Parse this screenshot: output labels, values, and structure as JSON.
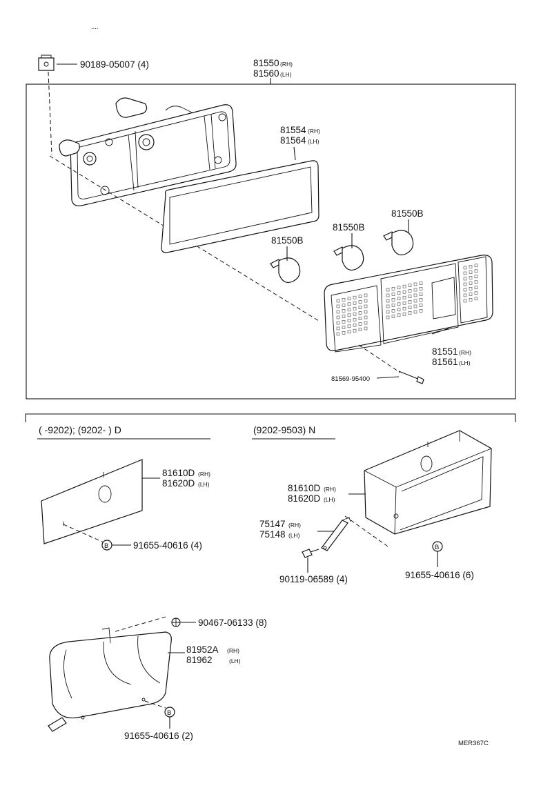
{
  "callouts": {
    "clip": "90189-05007 (4)",
    "lamp_assy_rh": "81550",
    "lamp_assy_lh": "81560",
    "gasket_rh": "81554",
    "gasket_lh": "81564",
    "bulb_1": "81550B",
    "bulb_2": "81550B",
    "bulb_3": "81550B",
    "lens_rh": "81551",
    "lens_lh": "81561",
    "lens_screw": "81569-95400",
    "prot_d_rh": "81610D",
    "prot_d_lh": "81620D",
    "bolt_d": "91655-40616 (4)",
    "prot_n_rh": "81610D",
    "prot_n_lh": "81620D",
    "bracket_rh": "75147",
    "bracket_lh": "75148",
    "bolt_bracket": "90119-06589 (4)",
    "bolt_n": "91655-40616 (6)",
    "screw_cover": "90467-06133 (8)",
    "cover_rh": "81952A",
    "cover_lh": "81962",
    "bolt_cover": "91655-40616 (2)"
  },
  "suffix": {
    "rh": "(RH)",
    "lh": "(LH)"
  },
  "sections": {
    "d_header": "(      -9202); (9202-        ) D",
    "n_header": "(9202-9503) N"
  },
  "bolt_symbol": "B",
  "figure_id": "MER367C",
  "corner_mark": "...."
}
